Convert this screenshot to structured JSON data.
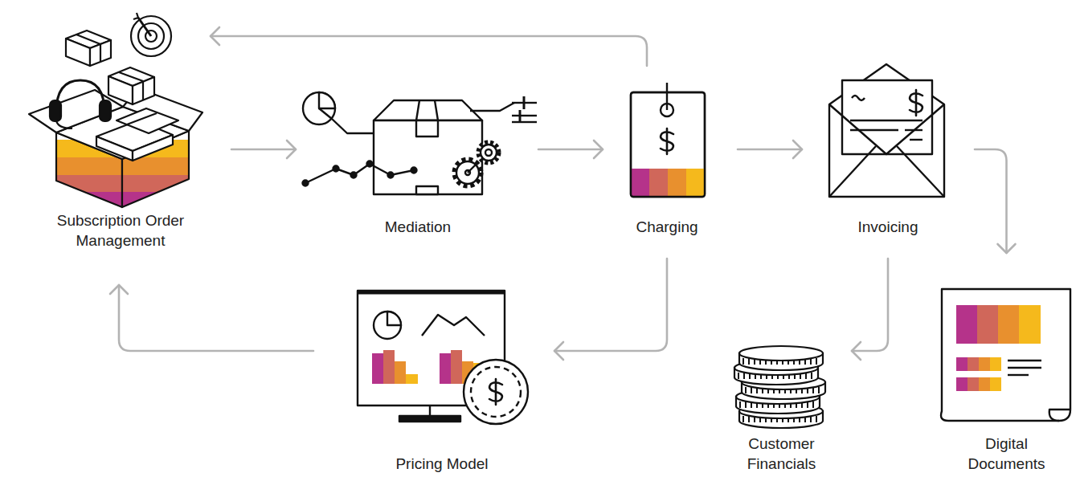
{
  "diagram": {
    "nodes": [
      {
        "text": [
          "Subscription Order Management"
        ]
      },
      {
        "text": [
          "Mediation"
        ]
      },
      {
        "text": [
          "Charging"
        ]
      },
      {
        "text": [
          "Invoicing"
        ]
      },
      {
        "text": [
          "Digital Documents"
        ]
      },
      {
        "text": [
          "Pricing Model"
        ]
      },
      {
        "text": [
          "Customer Financials"
        ]
      }
    ],
    "edges": [
      {
        "from": 0,
        "to": 1,
        "arrow": "to"
      },
      {
        "from": 1,
        "to": 2,
        "arrow": "to"
      },
      {
        "from": 2,
        "to": 3,
        "arrow": "to"
      },
      {
        "from": 3,
        "to": 4,
        "arrow": "to"
      },
      {
        "from": 2,
        "to": 0,
        "arrow": "to"
      },
      {
        "from": 2,
        "to": 5,
        "arrow": "to"
      },
      {
        "from": 5,
        "to": 0,
        "arrow": "to"
      },
      {
        "from": 3,
        "to": 6,
        "arrow": "to"
      }
    ]
  }
}
